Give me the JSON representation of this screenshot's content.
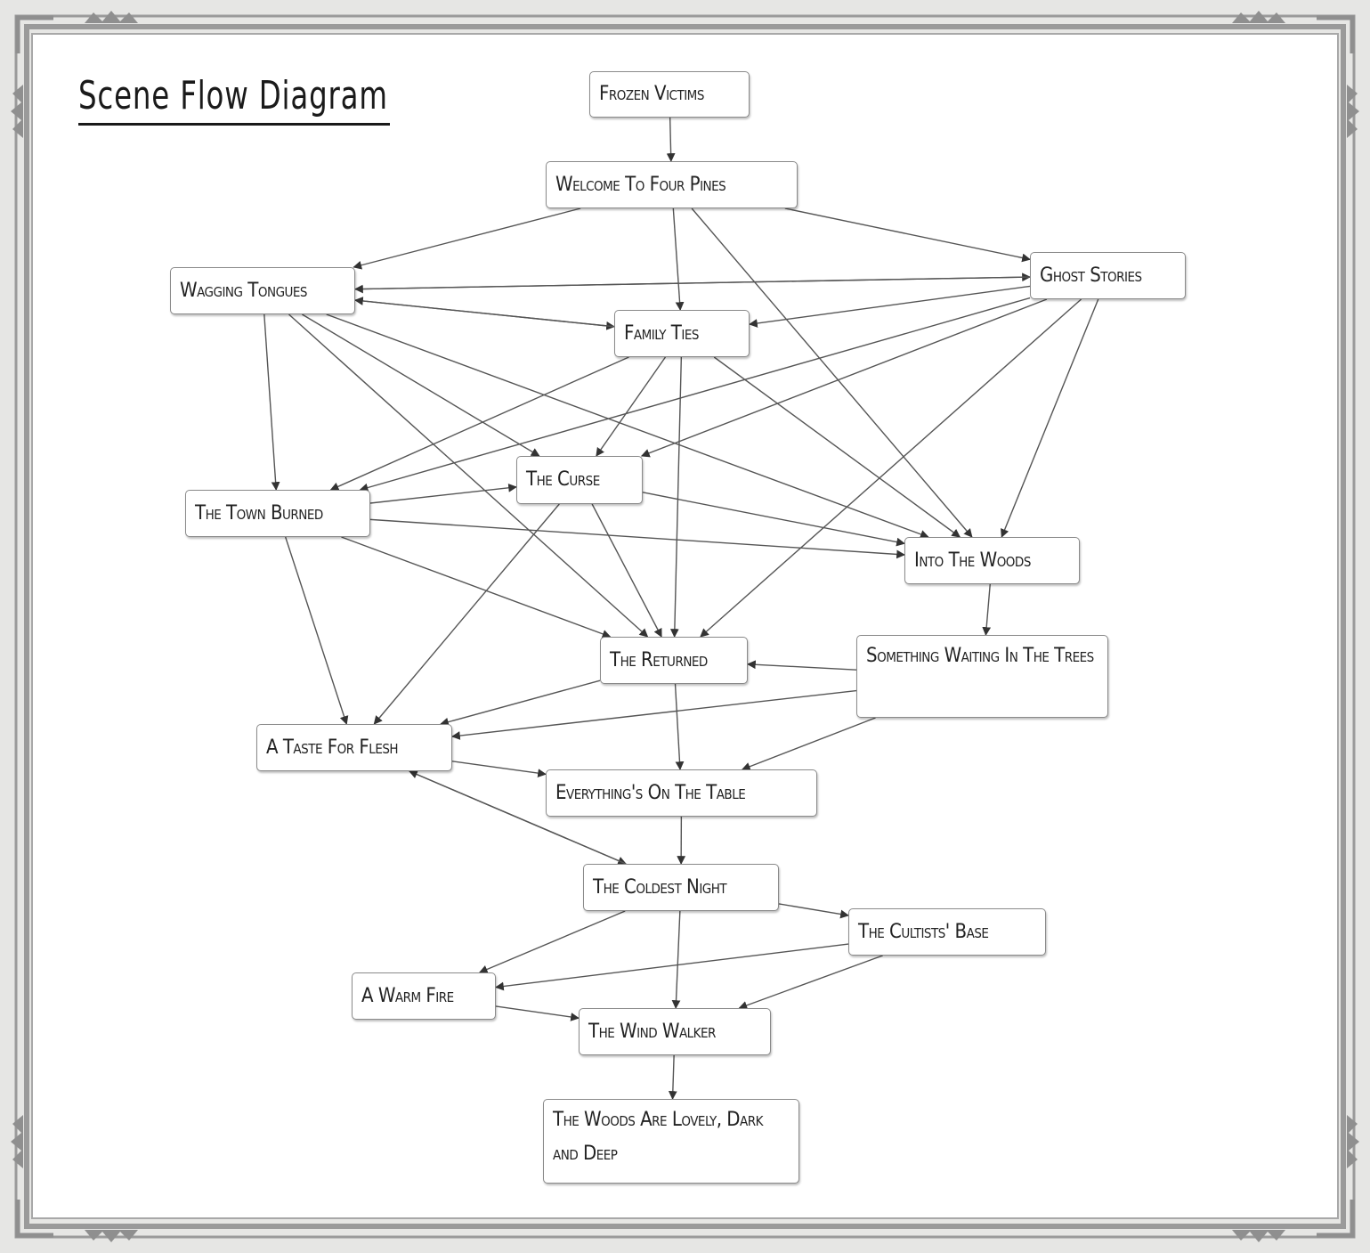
{
  "title": "Scene Flow Diagram",
  "colors": {
    "frame": "#9a9a9a",
    "paper": "#ffffff",
    "line": "#555555",
    "text": "#222222"
  },
  "nodes": {
    "n1": "Frozen Victims",
    "n2": "Welcome To Four Pines",
    "n3": "Wagging Tongues",
    "n4": "Ghost Stories",
    "n5": "Family Ties",
    "n6": "The Curse",
    "n7": "The Town Burned",
    "n8": "Into The Woods",
    "n9": "The Returned",
    "n10": "Something Waiting In The Trees",
    "n11": "A Taste For Flesh",
    "n12": "Everything's On The Table",
    "n13": "The Coldest Night",
    "n14": "The Cultists' Base",
    "n15": "A Warm Fire",
    "n16": "The Wind Walker",
    "n17": "The Woods Are Lovely, Dark and Deep"
  },
  "edges": [
    [
      "n1",
      "n2"
    ],
    [
      "n2",
      "n3"
    ],
    [
      "n2",
      "n5"
    ],
    [
      "n2",
      "n4"
    ],
    [
      "n2",
      "n8"
    ],
    [
      "n3",
      "n4"
    ],
    [
      "n4",
      "n3"
    ],
    [
      "n3",
      "n5"
    ],
    [
      "n5",
      "n3"
    ],
    [
      "n4",
      "n5"
    ],
    [
      "n3",
      "n7"
    ],
    [
      "n3",
      "n6"
    ],
    [
      "n3",
      "n9"
    ],
    [
      "n3",
      "n8"
    ],
    [
      "n5",
      "n7"
    ],
    [
      "n5",
      "n6"
    ],
    [
      "n5",
      "n9"
    ],
    [
      "n5",
      "n8"
    ],
    [
      "n4",
      "n7"
    ],
    [
      "n4",
      "n6"
    ],
    [
      "n4",
      "n9"
    ],
    [
      "n4",
      "n8"
    ],
    [
      "n7",
      "n6"
    ],
    [
      "n7",
      "n8"
    ],
    [
      "n7",
      "n9"
    ],
    [
      "n7",
      "n11"
    ],
    [
      "n6",
      "n8"
    ],
    [
      "n6",
      "n9"
    ],
    [
      "n6",
      "n11"
    ],
    [
      "n8",
      "n10"
    ],
    [
      "n10",
      "n9"
    ],
    [
      "n10",
      "n11"
    ],
    [
      "n10",
      "n12"
    ],
    [
      "n9",
      "n11"
    ],
    [
      "n9",
      "n12"
    ],
    [
      "n11",
      "n12"
    ],
    [
      "n11",
      "n13"
    ],
    [
      "n13",
      "n11"
    ],
    [
      "n12",
      "n13"
    ],
    [
      "n13",
      "n14"
    ],
    [
      "n13",
      "n15"
    ],
    [
      "n13",
      "n16"
    ],
    [
      "n14",
      "n15"
    ],
    [
      "n14",
      "n16"
    ],
    [
      "n15",
      "n16"
    ],
    [
      "n16",
      "n17"
    ]
  ]
}
